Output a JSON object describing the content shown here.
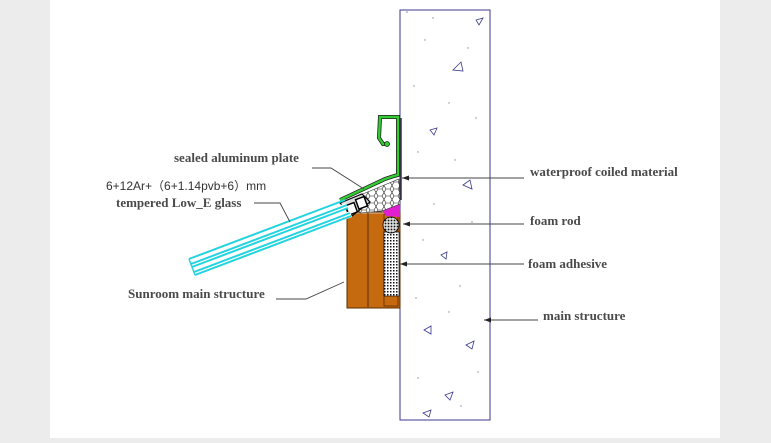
{
  "diagram": {
    "labels": {
      "sealed_plate": "sealed aluminum plate",
      "glass_spec": "6+12Ar+（6+1.14pvb+6）mm",
      "glass_type": "tempered Low_E glass",
      "sunroom": "Sunroom main structure",
      "waterproof": "waterproof coiled material",
      "foam_rod": "foam rod",
      "foam_adhesive": "foam adhesive",
      "main_structure": "main structure"
    },
    "colors": {
      "background": "#ececec",
      "paper": "#ffffff",
      "wall_outline": "#3a3a8c",
      "flashing": "#33cc33",
      "glass": "#22d3e0",
      "frame": "#c66a10",
      "sealant": "#e020d0",
      "leader": "#444444"
    }
  }
}
